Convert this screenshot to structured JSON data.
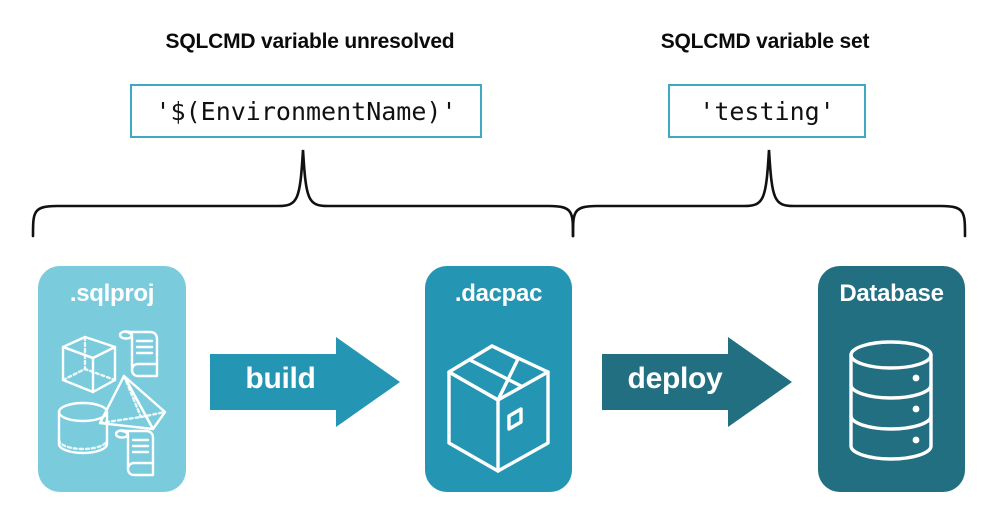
{
  "diagram": {
    "title_left": "SQLCMD variable unresolved",
    "title_right": "SQLCMD variable set",
    "code_left": "'$(EnvironmentName)'",
    "code_right": "'testing'",
    "colors": {
      "sqlproj_fill": "#7accdd",
      "dacpac_fill": "#2496b4",
      "database_fill": "#226f82",
      "build_arrow": "#2496b4",
      "deploy_arrow": "#226f82",
      "code_border": "#3fa9c4",
      "brace_stroke": "#111111",
      "text_dark": "#0b0b0b",
      "text_light": "#ffffff"
    },
    "stages": [
      {
        "id": "sqlproj",
        "label": ".sqlproj",
        "icons": [
          "cube-icon",
          "scroll-icon",
          "pyramid-icon",
          "cylinder-icon",
          "scroll-icon"
        ]
      },
      {
        "id": "dacpac",
        "label": ".dacpac",
        "icons": [
          "package-box-icon"
        ]
      },
      {
        "id": "database",
        "label": "Database",
        "icons": [
          "database-cylinder-icon"
        ]
      }
    ],
    "arrows": [
      {
        "id": "build",
        "label": "build"
      },
      {
        "id": "deploy",
        "label": "deploy"
      }
    ],
    "braces": [
      {
        "id": "brace-left",
        "covers": "sqlproj-build-dacpac"
      },
      {
        "id": "brace-right",
        "covers": "dacpac-deploy-database"
      }
    ]
  }
}
